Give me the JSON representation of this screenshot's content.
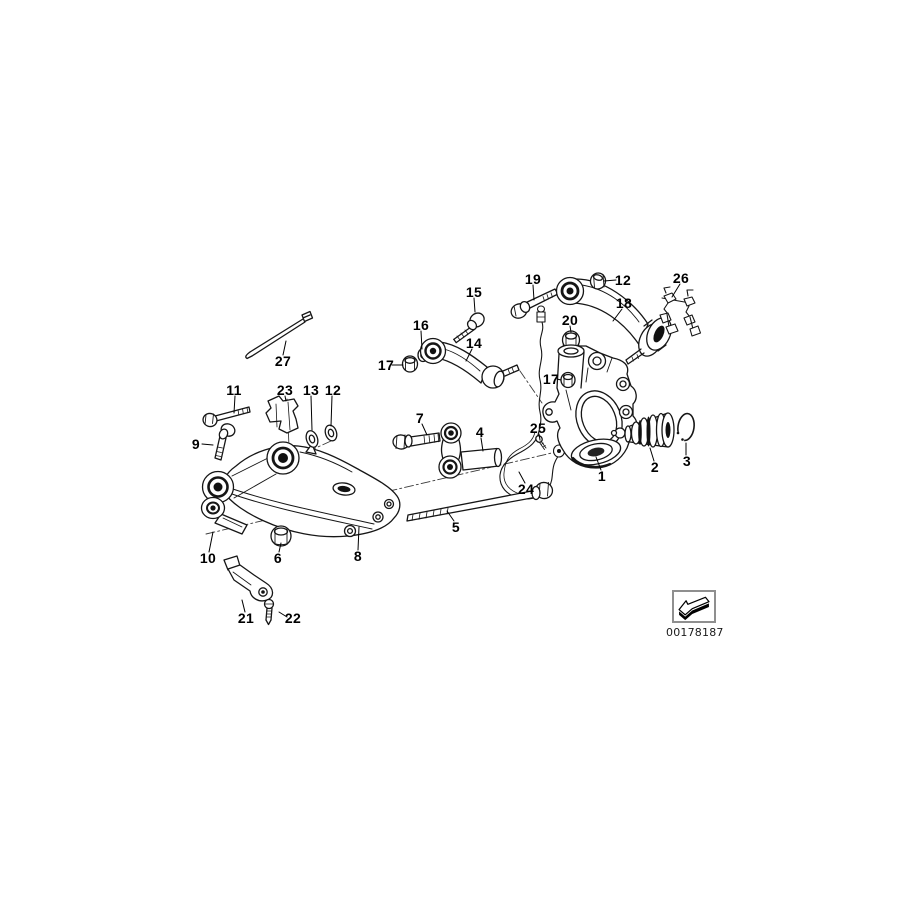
{
  "diagram": {
    "id": "00178187",
    "background": "#ffffff",
    "line_color": "#161616"
  },
  "icons": {
    "stamp_arrow": "direction-arrow-down-left"
  },
  "callouts": [
    {
      "part": "1"
    },
    {
      "part": "2"
    },
    {
      "part": "3"
    },
    {
      "part": "4"
    },
    {
      "part": "5"
    },
    {
      "part": "6"
    },
    {
      "part": "7"
    },
    {
      "part": "8"
    },
    {
      "part": "9"
    },
    {
      "part": "10"
    },
    {
      "part": "11"
    },
    {
      "part": "12"
    },
    {
      "part": "12"
    },
    {
      "part": "13"
    },
    {
      "part": "14"
    },
    {
      "part": "15"
    },
    {
      "part": "16"
    },
    {
      "part": "17"
    },
    {
      "part": "17"
    },
    {
      "part": "18"
    },
    {
      "part": "19"
    },
    {
      "part": "20"
    },
    {
      "part": "21"
    },
    {
      "part": "22"
    },
    {
      "part": "23"
    },
    {
      "part": "24"
    },
    {
      "part": "25"
    },
    {
      "part": "26"
    },
    {
      "part": "27"
    }
  ]
}
